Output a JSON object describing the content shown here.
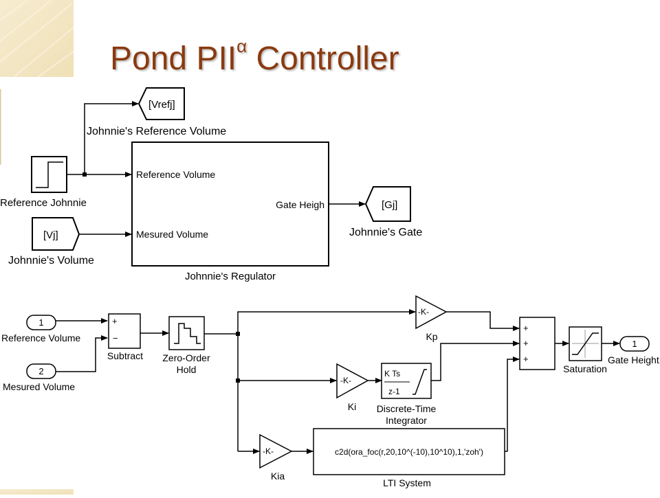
{
  "slide": {
    "title": "Pond PII",
    "title_superscript": "α",
    "colors": {
      "title": "#8a3a10",
      "corner_paper": "#f3e7c4",
      "line": "#000000"
    }
  },
  "top_diagram": {
    "vref_goto_tag": "[Vrefj]",
    "vref_goto_label": "Johnnie's Reference Volume",
    "step_label": "Reference Johnnie",
    "vj_from_tag": "[Vj]",
    "vj_from_label": "Johnnie's Volume",
    "regulator_in1": "Reference Volume",
    "regulator_in2": "Mesured Volume",
    "regulator_out": "Gate Heigh",
    "regulator_label": "Johnnie's Regulator",
    "gj_goto_tag": "[Gj]",
    "gj_goto_label": "Johnnie's Gate"
  },
  "bottom_diagram": {
    "in1_number": "1",
    "in1_label": "Reference Volume",
    "in2_number": "2",
    "in2_label": "Mesured Volume",
    "subtract_plus": "+",
    "subtract_minus": "−",
    "subtract_label": "Subtract",
    "zoh_label_line1": "Zero-Order",
    "zoh_label_line2": "Hold",
    "kp_gain_text": "-K-",
    "kp_label": "Kp",
    "ki_gain_text": "-K-",
    "ki_label": "Ki",
    "kia_gain_text": "-K-",
    "kia_label": "Kia",
    "integrator_numerator": "K Ts",
    "integrator_denominator": "z-1",
    "integrator_label_line1": "Discrete-Time",
    "integrator_label_line2": "Integrator",
    "lti_expression": "c2d(ora_foc(r,20,10^(-10),10^10),1,'zoh')",
    "lti_label": "LTI System",
    "sum_signs": [
      "+",
      "+",
      "+"
    ],
    "saturation_label": "Saturation",
    "out_number": "1",
    "out_label": "Gate Height"
  }
}
